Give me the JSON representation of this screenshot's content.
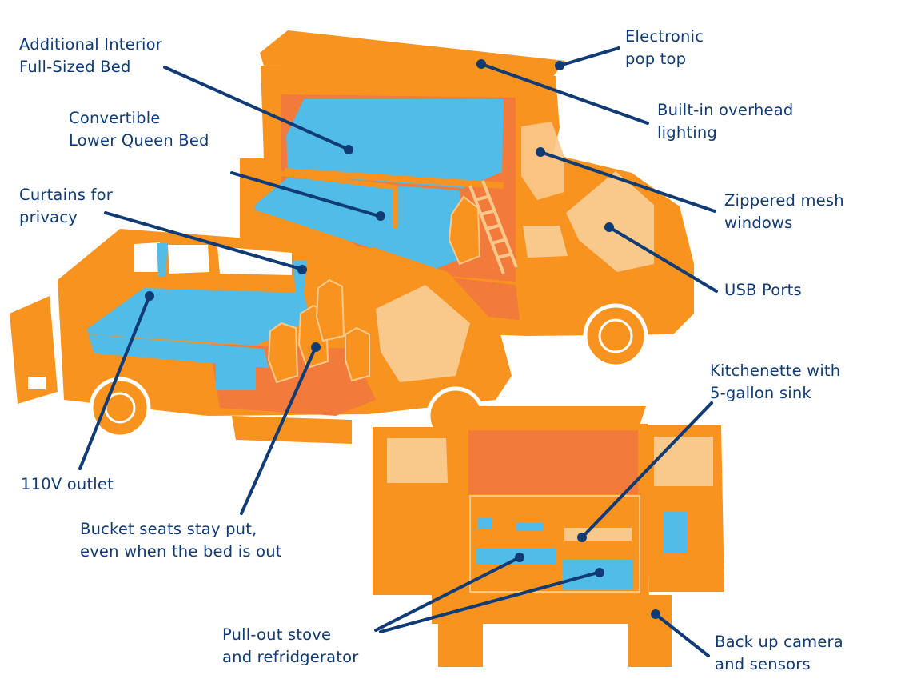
{
  "colors": {
    "orange": "#f7931e",
    "dark_orange": "#f27a3a",
    "light_blue": "#52bce9",
    "light_peach": "#f9c98c",
    "leader": "#103b74",
    "white": "#ffffff"
  },
  "callouts": {
    "bed_upper": {
      "lines": [
        "Additional Interior",
        "Full-Sized Bed"
      ]
    },
    "bed_lower": {
      "lines": [
        "Convertible",
        "Lower Queen Bed"
      ]
    },
    "curtains": {
      "lines": [
        "Curtains for",
        "privacy"
      ]
    },
    "outlet": {
      "lines": [
        "110V outlet"
      ]
    },
    "seats": {
      "lines": [
        "Bucket seats stay put,",
        "even when the bed is out"
      ]
    },
    "stove": {
      "lines": [
        "Pull-out stove",
        "and refridgerator"
      ]
    },
    "pop_top": {
      "lines": [
        "Electronic",
        "pop top"
      ]
    },
    "lighting": {
      "lines": [
        "Built-in overhead",
        "lighting"
      ]
    },
    "mesh": {
      "lines": [
        "Zippered mesh",
        "windows"
      ]
    },
    "usb": {
      "lines": [
        "USB Ports"
      ]
    },
    "kitchen": {
      "lines": [
        "Kitchenette with",
        "5-gallon sink"
      ]
    },
    "camera": {
      "lines": [
        "Back up camera",
        "and sensors"
      ]
    }
  }
}
